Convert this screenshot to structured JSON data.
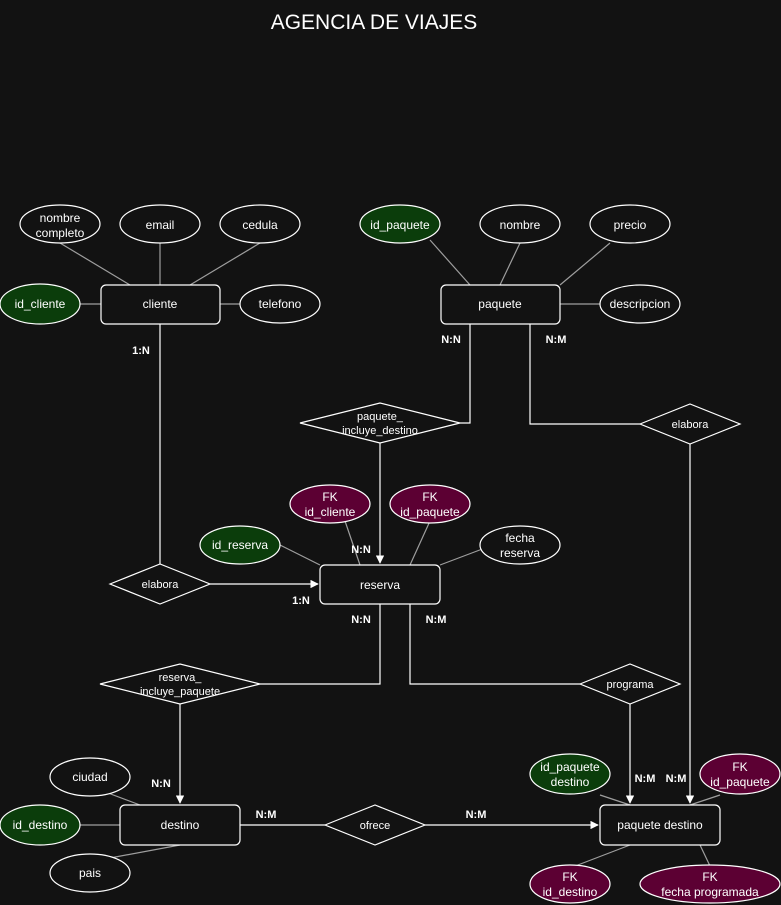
{
  "title": "AGENCIA DE VIAJES",
  "colors": {
    "background": "#121212",
    "stroke": "#ffffff",
    "line_gray": "#9e9e9e",
    "pk_fill": "#0b3d0b",
    "fk_fill": "#5c0033",
    "plain_fill": "#121212"
  },
  "entities": {
    "cliente": "cliente",
    "paquete": "paquete",
    "reserva": "reserva",
    "destino": "destino",
    "paquete_destino": "paquete destino"
  },
  "attributes": {
    "nombre_completo": [
      "nombre",
      "completo"
    ],
    "email": "email",
    "cedula": "cedula",
    "id_cliente": "id_cliente",
    "telefono": "telefono",
    "id_paquete": "id_paquete",
    "nombre": "nombre",
    "precio": "precio",
    "descripcion": "descripcion",
    "fk_id_cliente": [
      "FK",
      "id_cliente"
    ],
    "fk_id_paquete": [
      "FK",
      "id_paquete"
    ],
    "id_reserva": "id_reserva",
    "fecha_reserva": [
      "fecha",
      "reserva"
    ],
    "ciudad": "ciudad",
    "id_destino": "id_destino",
    "pais": "pais",
    "id_paquete_destino": [
      "id_paquete",
      "destino"
    ],
    "pd_fk_id_paquete": [
      "FK",
      "id_paquete"
    ],
    "pd_fk_id_destino": [
      "FK",
      "id_destino"
    ],
    "pd_fk_fecha_programada": [
      "FK",
      "fecha programada"
    ]
  },
  "relationships": {
    "paquete_incluye_destino": [
      "paquete_",
      "incluye_destino"
    ],
    "elabora_paquete": "elabora",
    "elabora_cliente": "elabora",
    "reserva_incluye_paquete": [
      "reserva_",
      "incluye_paquete"
    ],
    "programa": "programa",
    "ofrece": "ofrece"
  },
  "cardinalities": {
    "cliente_1n": "1:N",
    "paquete_nn": "N:N",
    "paquete_nm": "N:M",
    "reserva_in_nn": "N:N",
    "reserva_in_1n": "1:N",
    "reserva_out_nn": "N:N",
    "reserva_out_nm": "N:M",
    "destino_in_nn": "N:N",
    "destino_out_nm": "N:M",
    "pd_in_nm_left": "N:M",
    "pd_in_nm_a": "N:M",
    "pd_in_nm_b": "N:M"
  }
}
